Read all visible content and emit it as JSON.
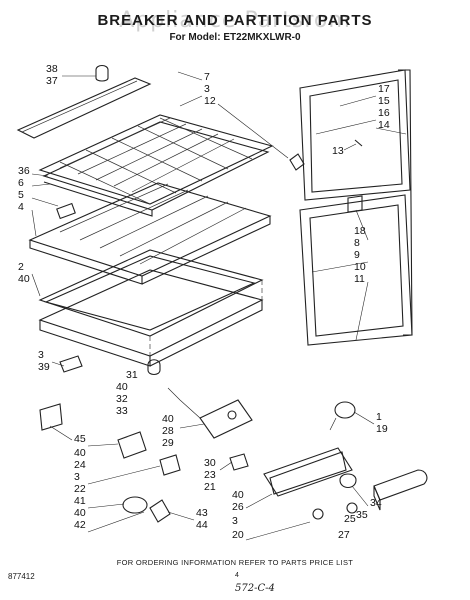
{
  "header": {
    "title": "BREAKER AND PARTITION PARTS",
    "watermark": "Appliance Partsrom",
    "model_line": "For Model: ET22MKXLWR-0"
  },
  "footer": {
    "ordering_note": "FOR ORDERING INFORMATION REFER TO PARTS PRICE LIST",
    "doc_code": "877412",
    "page_number": "4",
    "handwritten_note": "572-C-4"
  },
  "callouts": [
    {
      "id": "38",
      "text": "38"
    },
    {
      "id": "37",
      "text": "37"
    },
    {
      "id": "7",
      "text": "7"
    },
    {
      "id": "3a",
      "text": "3"
    },
    {
      "id": "12",
      "text": "12"
    },
    {
      "id": "36",
      "text": "36"
    },
    {
      "id": "6",
      "text": "6"
    },
    {
      "id": "5",
      "text": "5"
    },
    {
      "id": "4",
      "text": "4"
    },
    {
      "id": "2",
      "text": "2"
    },
    {
      "id": "40a",
      "text": "40"
    },
    {
      "id": "3b",
      "text": "3"
    },
    {
      "id": "39",
      "text": "39"
    },
    {
      "id": "17",
      "text": "17"
    },
    {
      "id": "15",
      "text": "15"
    },
    {
      "id": "16",
      "text": "16"
    },
    {
      "id": "14",
      "text": "14"
    },
    {
      "id": "13",
      "text": "13"
    },
    {
      "id": "18",
      "text": "18"
    },
    {
      "id": "8",
      "text": "8"
    },
    {
      "id": "9",
      "text": "9"
    },
    {
      "id": "10",
      "text": "10"
    },
    {
      "id": "11",
      "text": "11"
    },
    {
      "id": "31",
      "text": "31"
    },
    {
      "id": "40b",
      "text": "40"
    },
    {
      "id": "32",
      "text": "32"
    },
    {
      "id": "33",
      "text": "33"
    },
    {
      "id": "1",
      "text": "1"
    },
    {
      "id": "19",
      "text": "19"
    },
    {
      "id": "40c",
      "text": "40"
    },
    {
      "id": "28",
      "text": "28"
    },
    {
      "id": "29",
      "text": "29"
    },
    {
      "id": "45",
      "text": "45"
    },
    {
      "id": "40d",
      "text": "40"
    },
    {
      "id": "24",
      "text": "24"
    },
    {
      "id": "3c",
      "text": "3"
    },
    {
      "id": "22",
      "text": "22"
    },
    {
      "id": "30",
      "text": "30"
    },
    {
      "id": "23",
      "text": "23"
    },
    {
      "id": "21",
      "text": "21"
    },
    {
      "id": "41",
      "text": "41"
    },
    {
      "id": "40e",
      "text": "40"
    },
    {
      "id": "42",
      "text": "42"
    },
    {
      "id": "43",
      "text": "43"
    },
    {
      "id": "44",
      "text": "44"
    },
    {
      "id": "40f",
      "text": "40"
    },
    {
      "id": "26",
      "text": "26"
    },
    {
      "id": "3d",
      "text": "3"
    },
    {
      "id": "20",
      "text": "20"
    },
    {
      "id": "34",
      "text": "34"
    },
    {
      "id": "35",
      "text": "35"
    },
    {
      "id": "25",
      "text": "25"
    },
    {
      "id": "27",
      "text": "27"
    }
  ]
}
